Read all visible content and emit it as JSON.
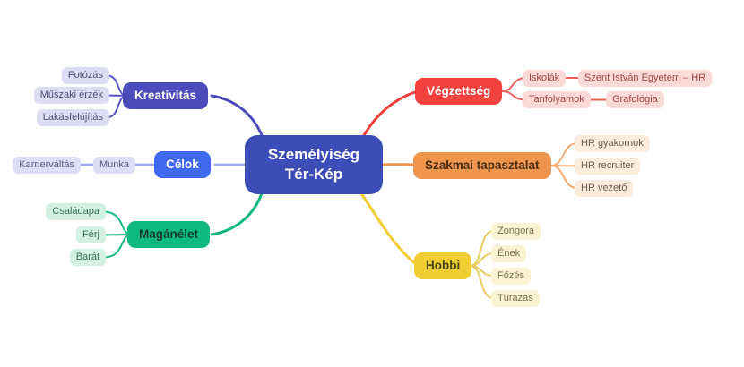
{
  "map": {
    "title": "Személyiség Tér-Kép",
    "center": {
      "label": "Személyiség\nTér-Kép",
      "color": "#3d4db7",
      "text_color": "#ffffff"
    },
    "branches": [
      {
        "label": "Kreativitás",
        "color": "#4d4bbb",
        "child_color": "#dcdcf3",
        "side": "left",
        "children": [
          {
            "label": "Fotózás"
          },
          {
            "label": "Műszaki érzék"
          },
          {
            "label": "Lakásfelújítás"
          }
        ]
      },
      {
        "label": "Célok",
        "color": "#4069f2",
        "child_color": "#dcdef6",
        "line_color": "#9aa7e8",
        "side": "left",
        "children": [
          {
            "label": "Munka",
            "children": [
              {
                "label": "Karrierváltás"
              }
            ]
          }
        ]
      },
      {
        "label": "Magánélet",
        "color": "#0eba80",
        "child_color": "#d4f0e2",
        "side": "left",
        "children": [
          {
            "label": "Családapa"
          },
          {
            "label": "Férj"
          },
          {
            "label": "Barát"
          }
        ]
      },
      {
        "label": "Végzettség",
        "color": "#f0413c",
        "child_color": "#fbdad8",
        "side": "right",
        "children": [
          {
            "label": "Iskolák",
            "children": [
              {
                "label": "Szent István Egyetem – HR"
              }
            ]
          },
          {
            "label": "Tanfolyamok",
            "children": [
              {
                "label": "Grafológia"
              }
            ]
          }
        ]
      },
      {
        "label": "Szakmai tapasztalat",
        "color": "#f0954d",
        "child_color": "#fbecdb",
        "side": "right",
        "children": [
          {
            "label": "HR gyakornok"
          },
          {
            "label": "HR recruiter"
          },
          {
            "label": "HR vezető"
          }
        ]
      },
      {
        "label": "Hobbi",
        "color": "#f0cd32",
        "child_color": "#faf3d2",
        "side": "right",
        "children": [
          {
            "label": "Zongora"
          },
          {
            "label": "Ének"
          },
          {
            "label": "Főzés"
          },
          {
            "label": "Túrázás"
          }
        ]
      }
    ]
  }
}
